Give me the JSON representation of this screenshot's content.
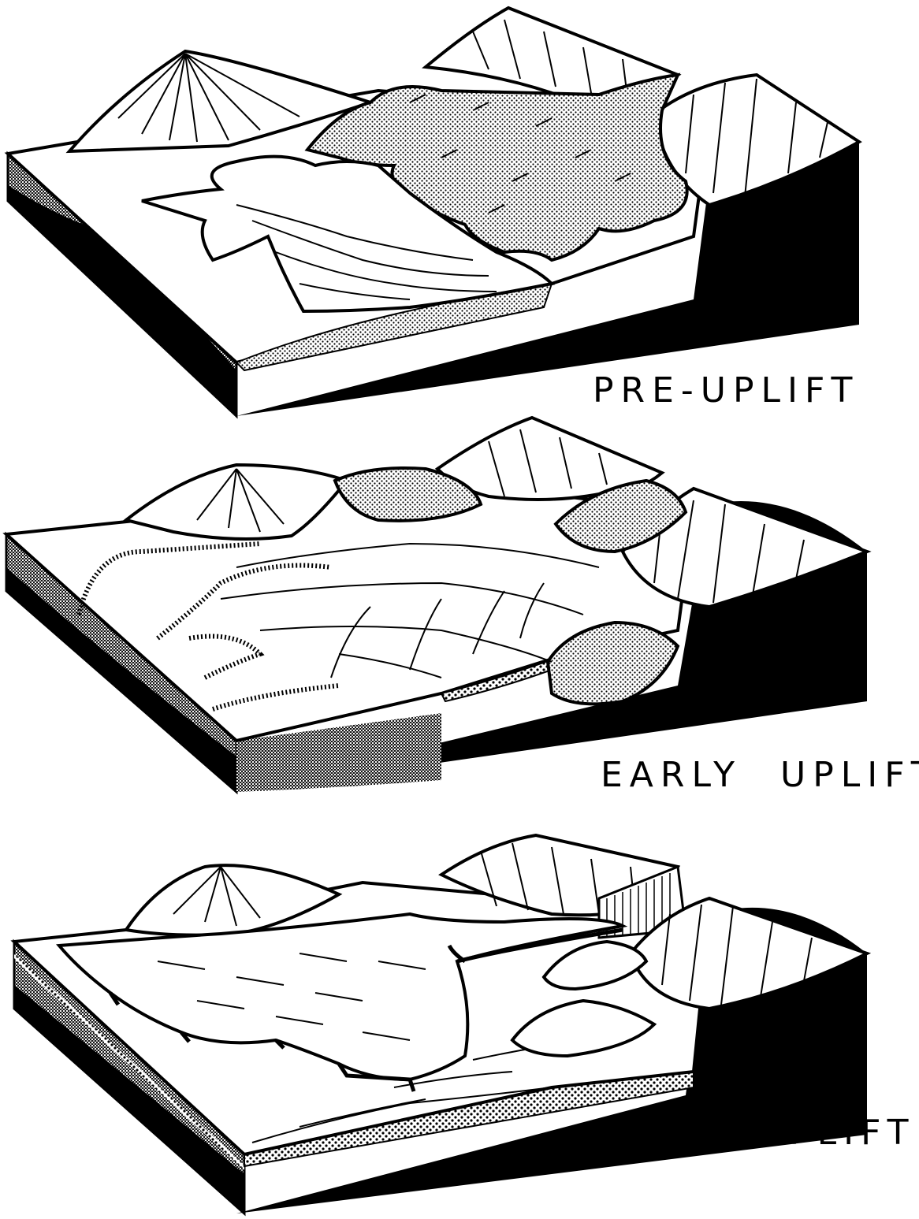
{
  "figure": {
    "stages": [
      {
        "id": "pre",
        "label": "PRE-UPLIFT"
      },
      {
        "id": "early",
        "label": "EARLY UPLIFT"
      },
      {
        "id": "late",
        "label": "LATE UPLIFT"
      }
    ]
  },
  "colors": {
    "ink": "#000000",
    "paper": "#ffffff",
    "stipple": "#9a9a9a",
    "dense_stipple": "#5a5a5a"
  }
}
